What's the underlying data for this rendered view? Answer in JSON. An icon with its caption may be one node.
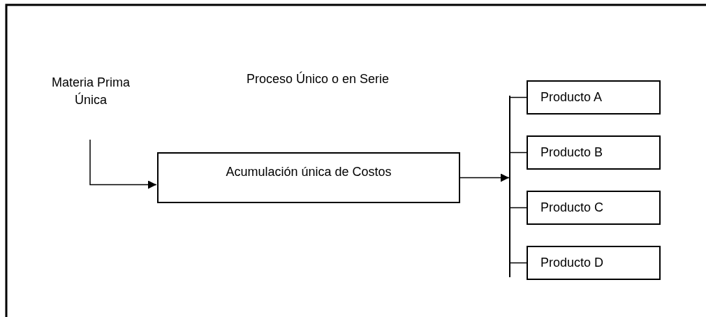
{
  "diagram": {
    "title": "Proceso Único o en Serie",
    "nodes": [
      {
        "text": [
          "Materia Prima Única"
        ]
      },
      {
        "text": [
          "Acumulación única de Costos"
        ]
      },
      {
        "text": [],
        "shape": "bar"
      },
      {
        "text": [
          "Producto A"
        ]
      },
      {
        "text": [
          "Producto B"
        ]
      },
      {
        "text": [
          "Producto C"
        ]
      },
      {
        "text": [
          "Producto D"
        ]
      }
    ],
    "edges": [
      {
        "from": 0,
        "to": 1,
        "arrow": "to"
      },
      {
        "from": 1,
        "to": 2,
        "arrow": "to"
      },
      {
        "from": 2,
        "to": 3,
        "arrow": "none"
      },
      {
        "from": 2,
        "to": 4,
        "arrow": "none"
      },
      {
        "from": 2,
        "to": 5,
        "arrow": "none"
      },
      {
        "from": 2,
        "to": 6,
        "arrow": "none"
      }
    ]
  }
}
